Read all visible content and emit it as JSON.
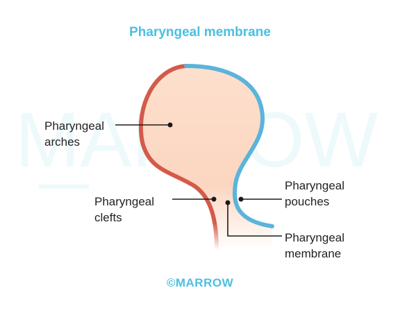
{
  "title": "Pharyngeal membrane",
  "watermark": "MARROW",
  "copyright": "©MARROW",
  "labels": {
    "arches": [
      "Pharyngeal",
      "arches"
    ],
    "clefts": [
      "Pharyngeal",
      "clefts"
    ],
    "pouches": [
      "Pharyngeal",
      "pouches"
    ],
    "membrane": [
      "Pharyngeal",
      "membrane"
    ]
  },
  "colors": {
    "title": "#4cbfe0",
    "ectoderm": "#d45a4a",
    "endoderm": "#5ab4dc",
    "mesoderm_fill": "#fcd9c4",
    "leader": "#1a1a1a"
  }
}
